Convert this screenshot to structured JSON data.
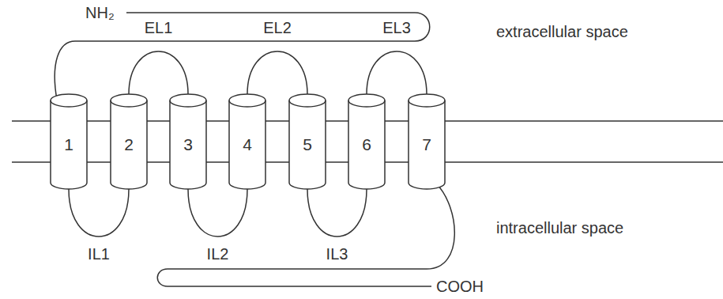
{
  "diagram": {
    "nodes": [
      {
        "text": [
          "1"
        ]
      },
      {
        "text": [
          "2"
        ]
      },
      {
        "text": [
          "3"
        ]
      },
      {
        "text": [
          "4"
        ]
      },
      {
        "text": [
          "5"
        ]
      },
      {
        "text": [
          "6"
        ]
      },
      {
        "text": [
          "7"
        ]
      }
    ],
    "edges": [
      {
        "from": 0,
        "to": 1,
        "arrow": "none",
        "label": "IL1"
      },
      {
        "from": 1,
        "to": 2,
        "arrow": "none",
        "label": "EL1"
      },
      {
        "from": 2,
        "to": 3,
        "arrow": "none",
        "label": "IL2"
      },
      {
        "from": 3,
        "to": 4,
        "arrow": "none",
        "label": "EL2"
      },
      {
        "from": 4,
        "to": 5,
        "arrow": "none",
        "label": "IL3"
      },
      {
        "from": 5,
        "to": 6,
        "arrow": "none",
        "label": "EL3"
      }
    ],
    "labels": [
      "NH₂",
      "extracellular space",
      "intracellular space",
      "COOH"
    ]
  }
}
